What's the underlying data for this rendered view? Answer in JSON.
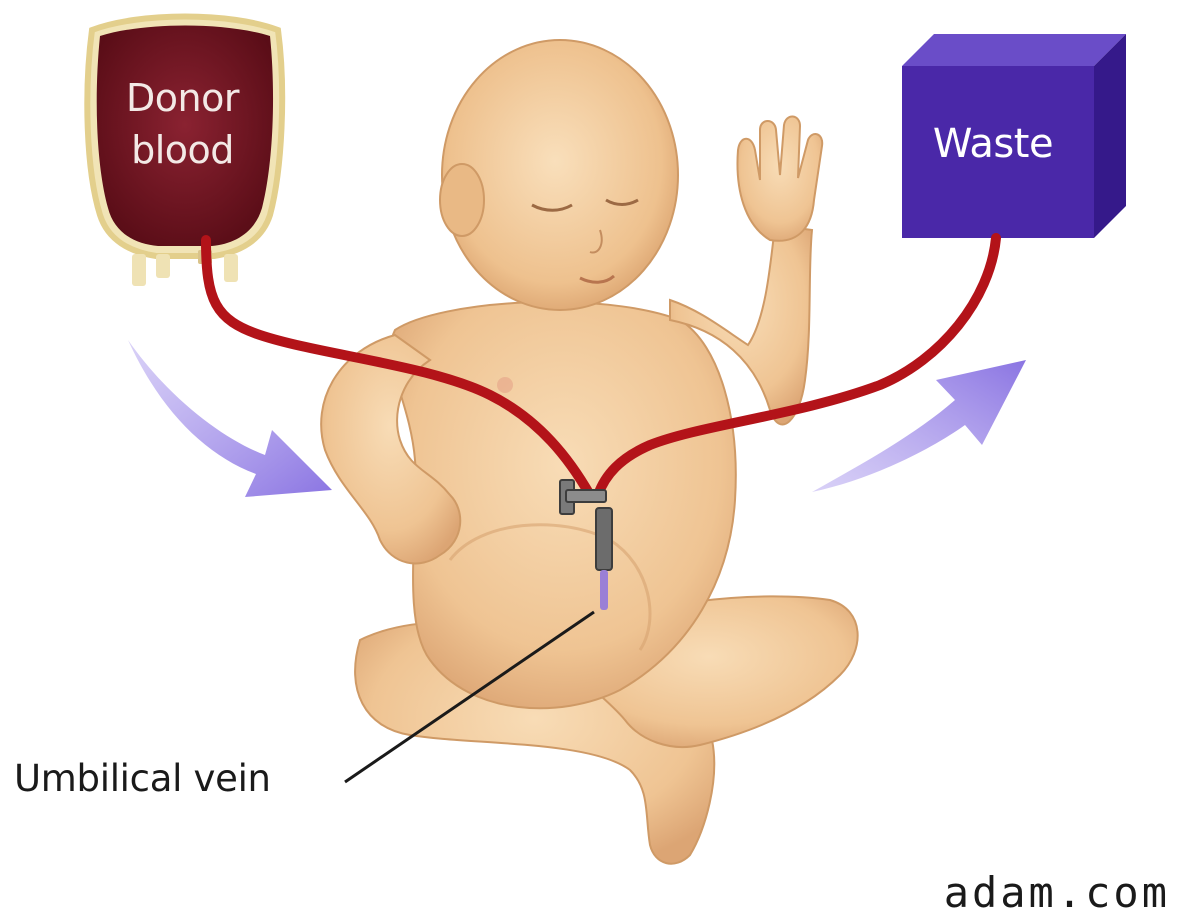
{
  "donor_bag": {
    "line1": "Donor",
    "line2": "blood",
    "color": "#6e1320"
  },
  "waste_box": {
    "label": "Waste",
    "color": "#4a28a8"
  },
  "callout": {
    "label": "Umbilical vein"
  },
  "credit": "adam.com",
  "colors": {
    "tube": "#b31319",
    "arrow": "#9a86e8",
    "skin": "#f2c99a"
  }
}
